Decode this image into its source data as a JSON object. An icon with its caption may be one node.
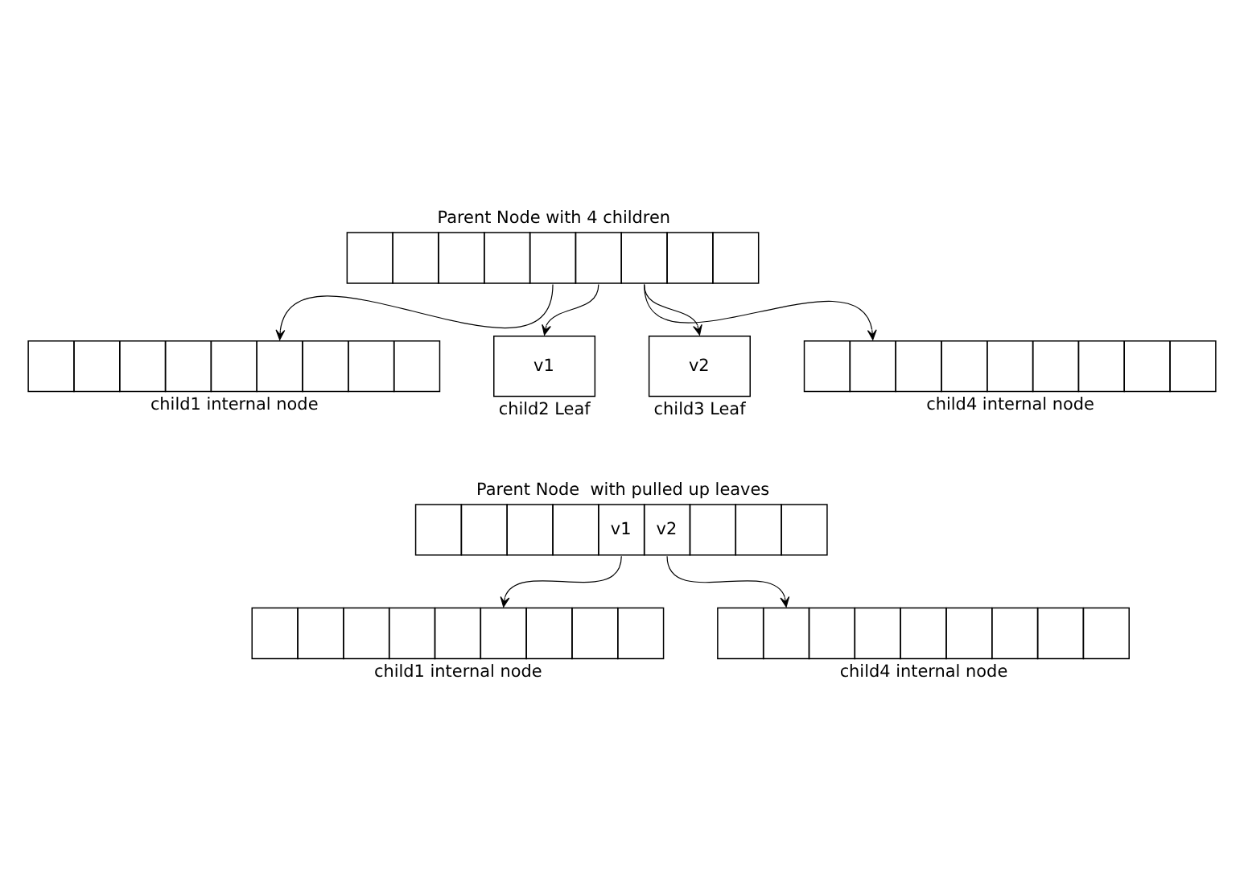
{
  "diagram": {
    "nodes": [
      {
        "text": [
          "Parent Node with 4 children"
        ]
      },
      {
        "text": [
          "child1 internal node"
        ]
      },
      {
        "text": [
          "v1"
        ],
        "beside": [
          "child2 Leaf"
        ]
      },
      {
        "text": [
          "v2"
        ],
        "beside": [
          "child3 Leaf"
        ]
      },
      {
        "text": [
          "child4 internal node"
        ]
      },
      {
        "text": [
          "Parent Node  with pulled up leaves",
          "v1",
          "v2"
        ]
      },
      {
        "text": [
          "child1 internal node"
        ]
      },
      {
        "text": [
          "child4 internal node"
        ]
      }
    ],
    "edges": [
      {
        "from": 0,
        "to": 1,
        "arrow": "to"
      },
      {
        "from": 0,
        "to": 2,
        "arrow": "to"
      },
      {
        "from": 0,
        "to": 3,
        "arrow": "to"
      },
      {
        "from": 0,
        "to": 4,
        "arrow": "to"
      },
      {
        "from": 5,
        "to": 6,
        "arrow": "to"
      },
      {
        "from": 5,
        "to": 7,
        "arrow": "to"
      }
    ]
  }
}
